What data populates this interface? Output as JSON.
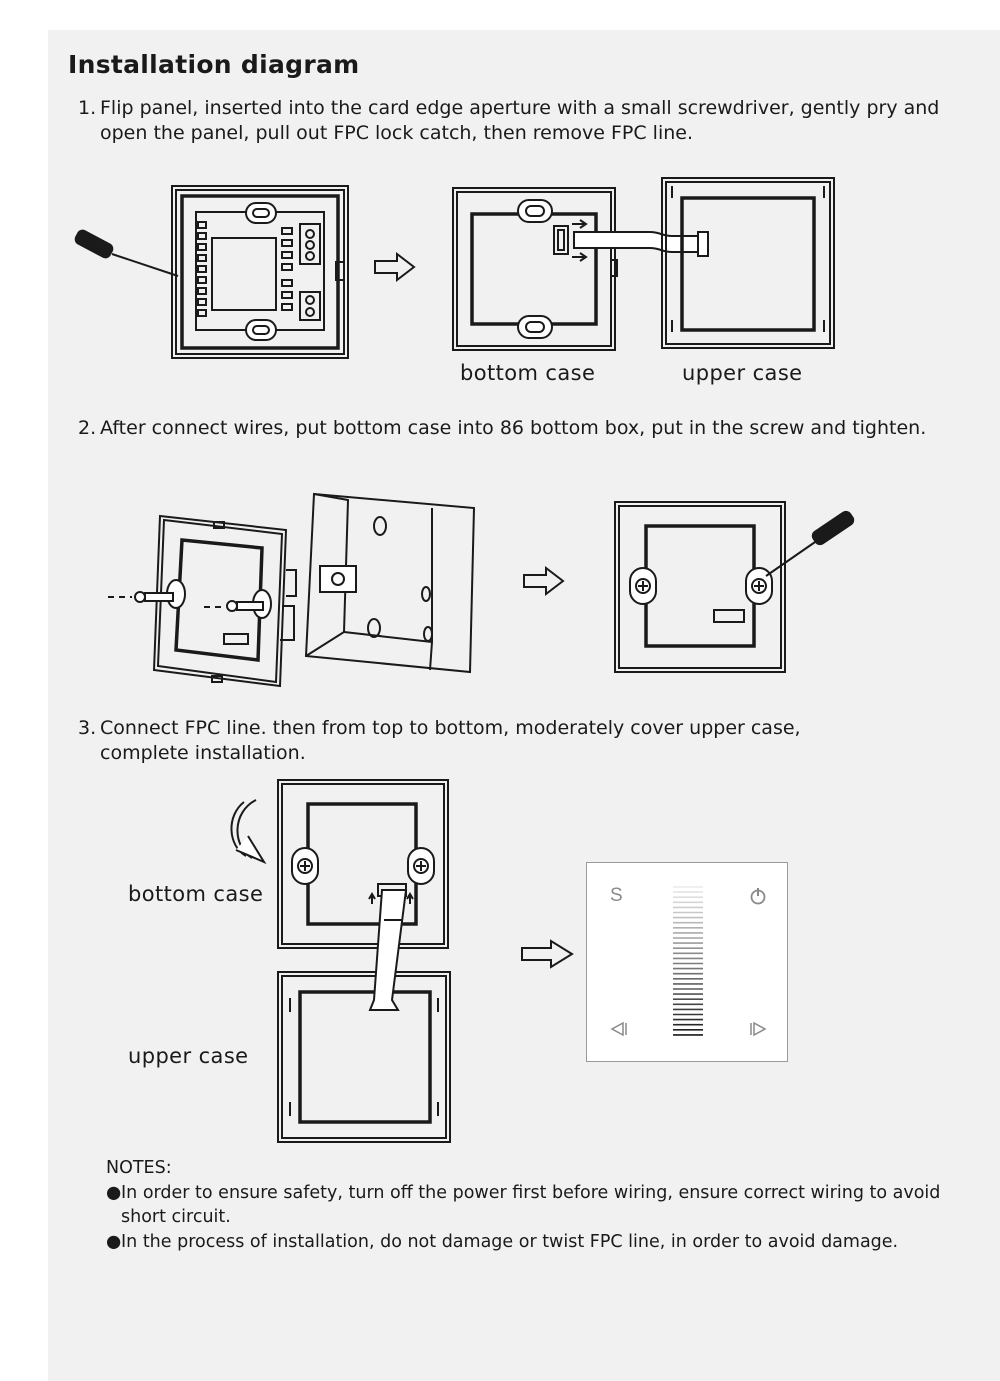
{
  "title": "Installation diagram",
  "steps": [
    {
      "number": "1.",
      "line1": "Flip panel, inserted into the card edge aperture with a small screwdriver, gently pry and",
      "line2": "open the panel, pull out  FPC lock catch, then remove FPC line."
    },
    {
      "number": "2.",
      "line1": "After connect wires, put bottom case into 86 bottom box, put in the screw and tighten."
    },
    {
      "number": "3.",
      "line1": "Connect FPC line. then from top to bottom, moderately cover upper case,",
      "line2": "complete installation."
    }
  ],
  "labels": {
    "step1_bottom_case": "bottom case",
    "step1_upper_case": "upper case",
    "step3_bottom_case": "bottom case",
    "step3_upper_case": "upper case"
  },
  "panel": {
    "mode_key": "S",
    "power_icon": "power-icon",
    "left_icon": "left-arrow-icon",
    "right_icon": "right-arrow-icon"
  },
  "notes": {
    "heading": "NOTES:",
    "bullet": "●",
    "items": [
      "In order to ensure safety, turn off the power first before wiring, ensure correct wiring to avoid short circuit.",
      "In the process of installation, do not damage or twist FPC line, in order to avoid damage."
    ]
  }
}
